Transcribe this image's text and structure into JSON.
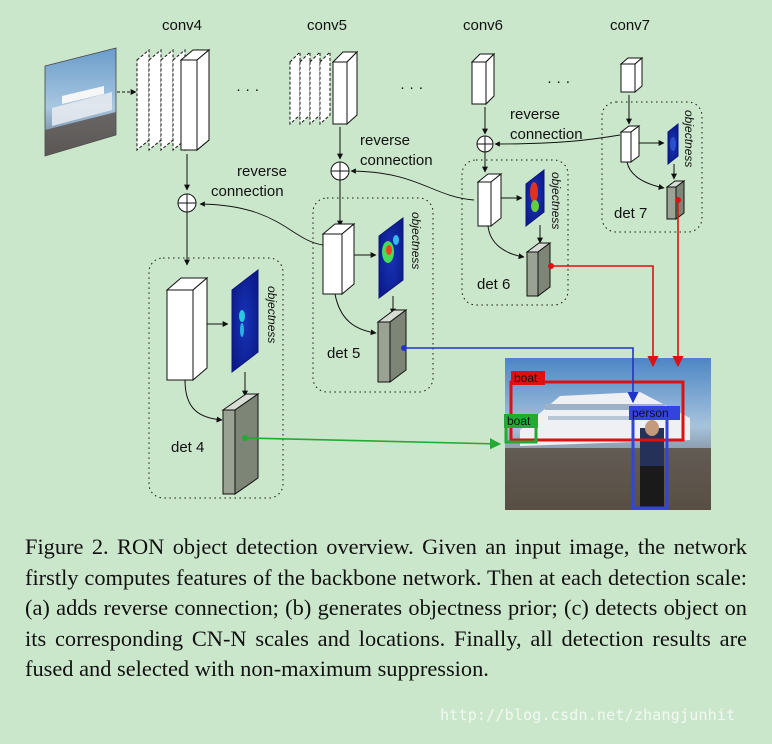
{
  "diagram": {
    "layer_labels": [
      "conv4",
      "conv5",
      "conv6",
      "conv7"
    ],
    "reverse_connection_line1": "reverse",
    "reverse_connection_line2": "connection",
    "objectness_label": "objectness",
    "det_labels": [
      "det 4",
      "det 5",
      "det 6",
      "det 7"
    ],
    "ellipsis": "· · ·",
    "box_labels": {
      "boat_top": "boat",
      "boat_left": "boat",
      "person": "person"
    },
    "colors": {
      "det4_path": "#22aa33",
      "det5_path": "#2233cc",
      "det6_path": "#dd1111",
      "det7_path": "#dd1111",
      "boat_box": "#dd1111",
      "boat_small_box": "#22aa33",
      "person_box": "#3344dd"
    }
  },
  "caption": "Figure 2. RON object detection overview. Given an input image, the network firstly computes features of the backbone network. Then at each detection scale: (a) adds reverse connection; (b) generates objectness prior; (c) detects object on its corresponding CN-N scales and locations. Finally, all detection results are fused and selected with non-maximum suppression.",
  "watermark": "http://blog.csdn.net/zhangjunhit"
}
